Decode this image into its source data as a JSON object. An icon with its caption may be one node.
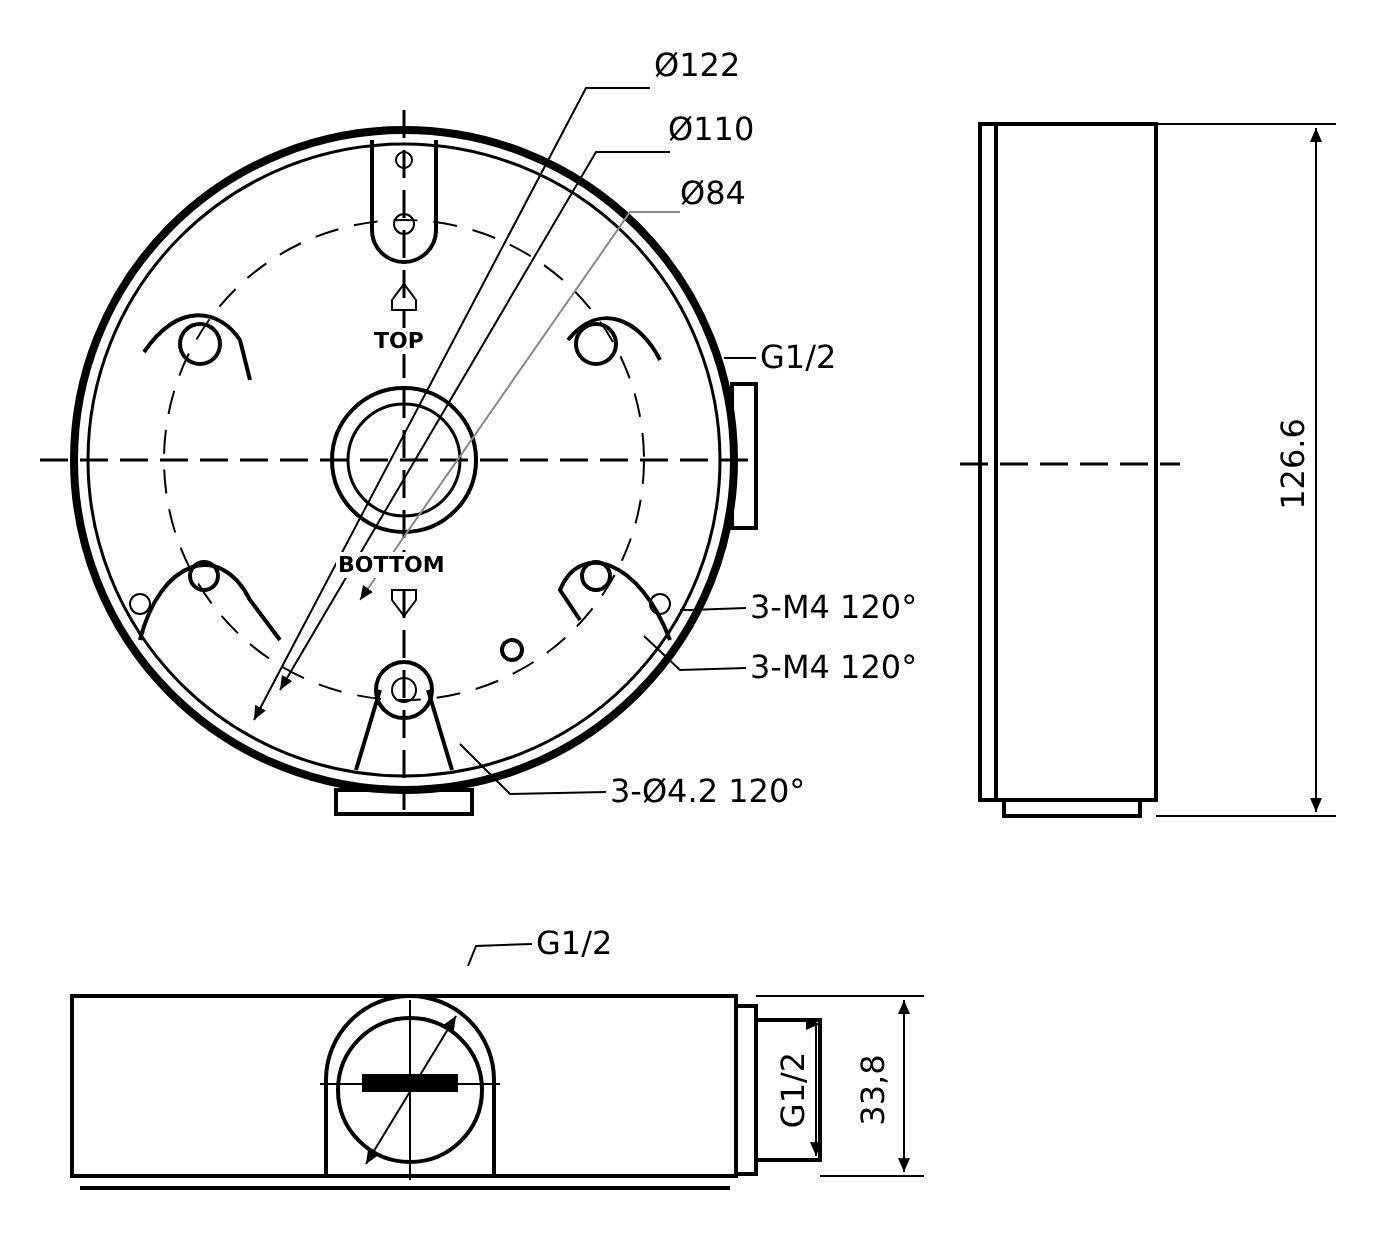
{
  "diagram": {
    "nodes": [
      {
        "text": [
          "G1/2"
        ]
      },
      {
        "text": [
          "3-M4 120°"
        ]
      },
      {
        "text": [
          "3-M4 120°"
        ]
      },
      {
        "text": [
          "3-Ø4.2 120°"
        ]
      },
      {
        "text": [
          "G1/2"
        ]
      }
    ],
    "edges": [
      {
        "from": 0,
        "to": null,
        "arrow": "none"
      },
      {
        "from": 1,
        "to": null,
        "arrow": "none"
      },
      {
        "from": 2,
        "to": null,
        "arrow": "none"
      },
      {
        "from": 3,
        "to": null,
        "arrow": "none"
      },
      {
        "from": 4,
        "to": null,
        "arrow": "none"
      }
    ],
    "labels": [
      "Ø122",
      "Ø110",
      "Ø84",
      "TOP",
      "BOTTOM",
      "126.6",
      "G1/2",
      "33,8"
    ]
  }
}
